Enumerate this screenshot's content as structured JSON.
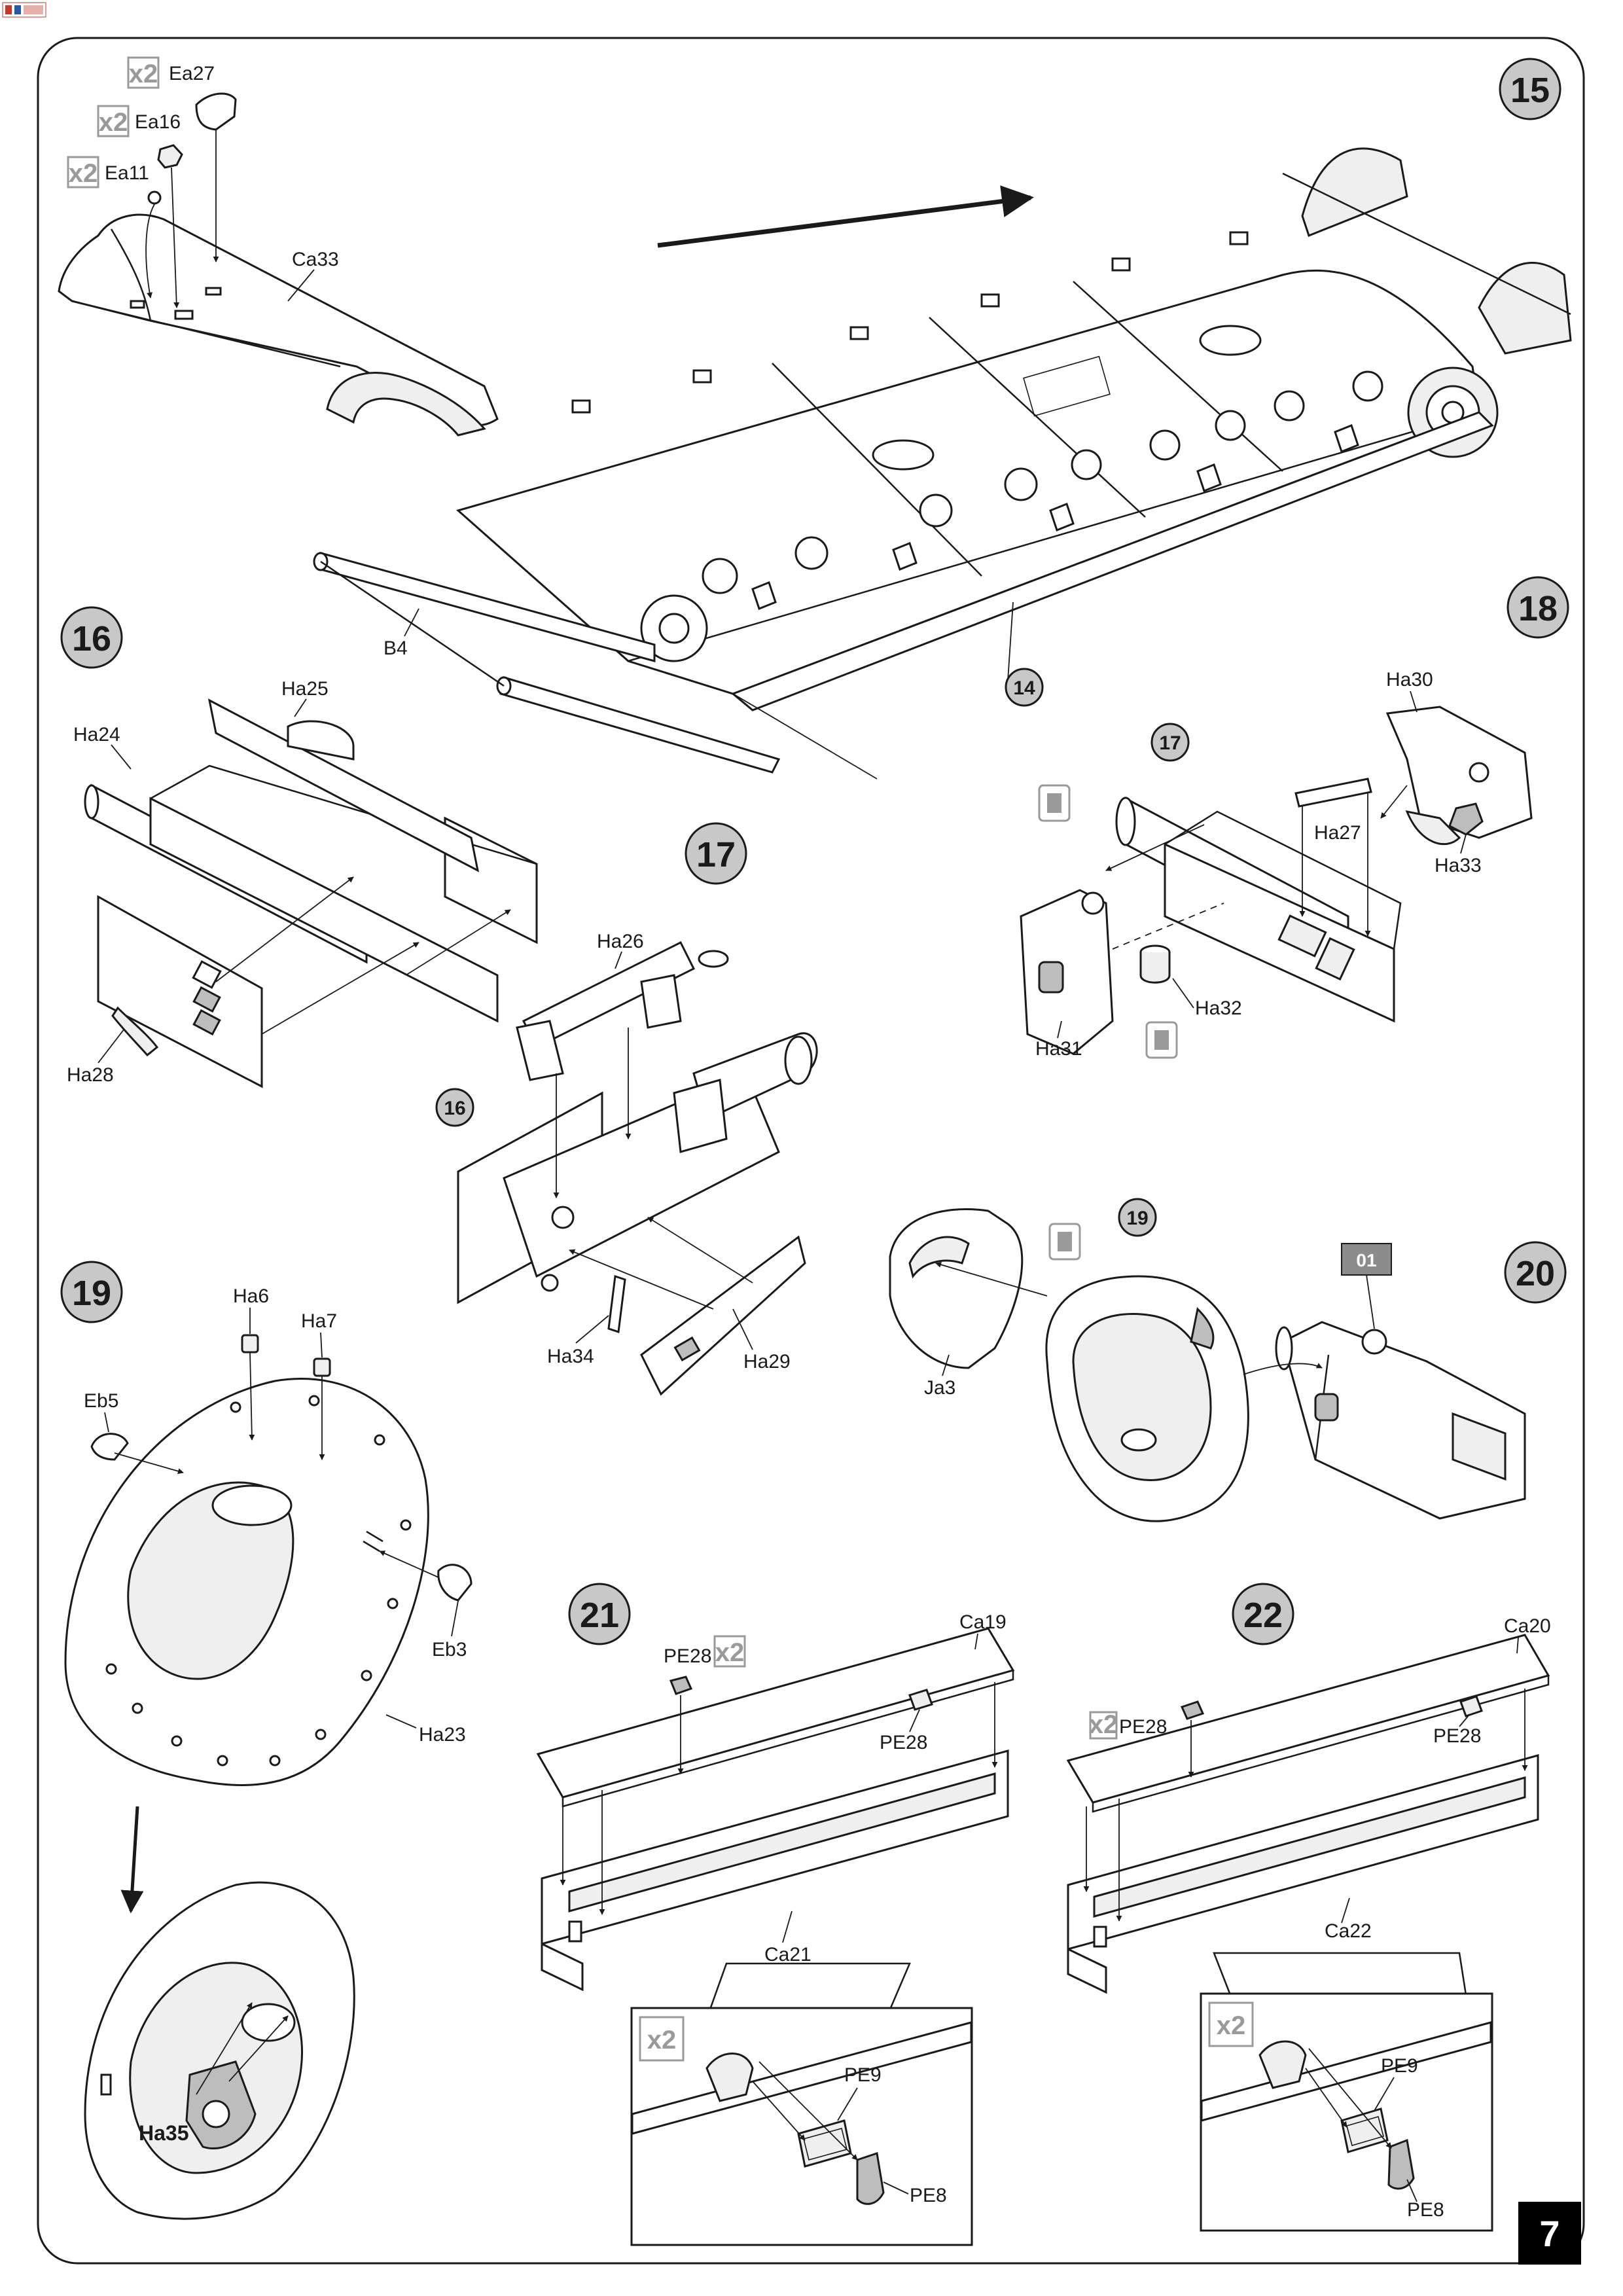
{
  "page": {
    "number": "7"
  },
  "steps": [
    {
      "id": "s15",
      "number": "15",
      "parts": [
        "Ea27",
        "Ea16",
        "Ea11",
        "Ca33",
        "B4"
      ],
      "ref": "14",
      "multipliers": [
        "x2",
        "x2",
        "x2"
      ]
    },
    {
      "id": "s16",
      "number": "16",
      "parts": [
        "Ha25",
        "Ha24",
        "Ha28"
      ]
    },
    {
      "id": "s17",
      "number": "17",
      "parts": [
        "Ha26",
        "Ha34",
        "Ha29"
      ],
      "ref": "16"
    },
    {
      "id": "s18",
      "number": "18",
      "parts": [
        "Ha30",
        "Ha27",
        "Ha33",
        "Ha32",
        "Ha31"
      ],
      "ref": "17"
    },
    {
      "id": "s19",
      "number": "19",
      "parts": [
        "Ha6",
        "Ha7",
        "Eb5",
        "Eb3",
        "Ha23",
        "Ha35"
      ]
    },
    {
      "id": "s20",
      "number": "20",
      "parts": [
        "Ja3"
      ],
      "ref": "19",
      "badge": "01"
    },
    {
      "id": "s21",
      "number": "21",
      "parts": [
        "PE28",
        "Ca19",
        "PE28",
        "Ca21",
        "PE9",
        "PE8"
      ],
      "multipliers": [
        "x2",
        "x2"
      ]
    },
    {
      "id": "s22",
      "number": "22",
      "parts": [
        "Ca20",
        "PE28",
        "PE28",
        "Ca22",
        "PE9",
        "PE8"
      ],
      "multipliers": [
        "x2",
        "x2"
      ]
    }
  ],
  "icons": {
    "glue": "glue-icon",
    "multiplier": "multiplier-icon",
    "paint": "paint-badge"
  }
}
